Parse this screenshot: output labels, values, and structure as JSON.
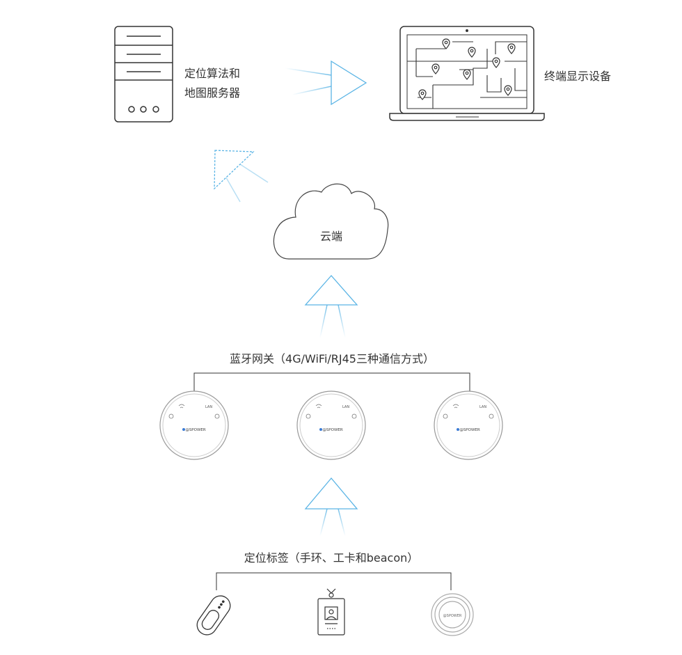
{
  "server": {
    "line1": "定位算法和",
    "line2": "地图服务器"
  },
  "terminal": {
    "label": "终端显示设备"
  },
  "cloud": {
    "label": "云端"
  },
  "gateways": {
    "label": "蓝牙网关（4G/WiFi/RJ45三种通信方式）",
    "brand": "@SPOWER",
    "port": "LAN",
    "count": 3
  },
  "tags": {
    "label": "定位标签（手环、工卡和beacon）",
    "beacon_brand": "@SPOWER",
    "items": [
      "wristband",
      "work-card",
      "beacon"
    ]
  },
  "icons": {
    "server": "server-icon",
    "laptop": "laptop-map-icon",
    "map_pin": "map-pin-icon",
    "cloud": "cloud-icon",
    "arrow": "up-arrow-icon",
    "gateway": "bluetooth-gateway-icon",
    "wristband": "wristband-icon",
    "work_card": "work-card-icon",
    "beacon": "beacon-icon"
  },
  "colors": {
    "arrow": "#5ab4e5",
    "line": "#333333",
    "text": "#333333",
    "device_outline": "#aaaaaa"
  }
}
